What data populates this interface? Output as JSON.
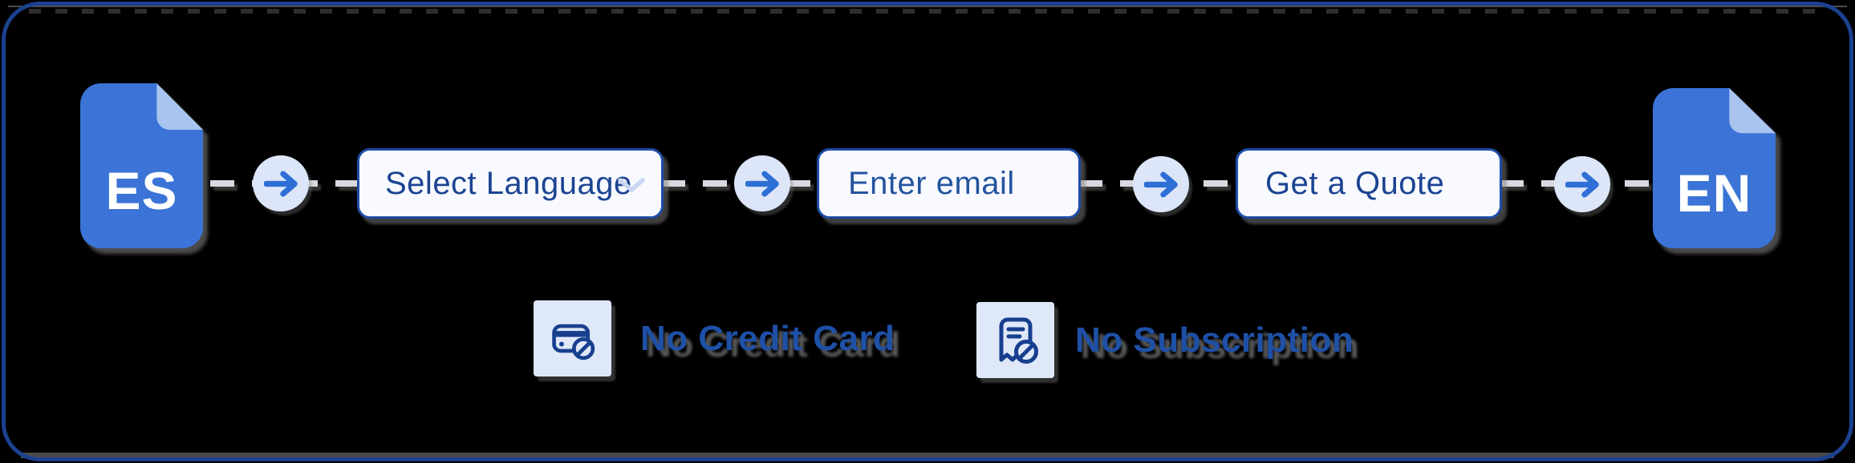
{
  "flow": {
    "source_label": "ES",
    "target_label": "EN",
    "select_label": "Select Language",
    "email_placeholder": "Enter email",
    "quote_label": "Get a Quote"
  },
  "badges": [
    {
      "icon": "no-credit-card-icon",
      "label": "No Credit Card"
    },
    {
      "icon": "no-subscription-icon",
      "label": "No Subscription"
    }
  ],
  "icons": {
    "connector_arrow": "arrow-right-icon",
    "select_chevron": "chevron-down-icon",
    "source_file": "file-es-icon",
    "target_file": "file-en-icon"
  },
  "colors": {
    "background": "#000000",
    "card_border": "#1b418f",
    "doc_blue": "#3b74d6",
    "doc_fold": "#a9c4ef",
    "arrow_blue": "#2e6fd6",
    "circle_bg": "#dce6f8",
    "box_bg": "#f8faff",
    "box_border": "#1e4da6",
    "label_text": "#1c4492",
    "badge_bg": "#dfe8f8",
    "badge_text": "#1e50a6",
    "dash_gray": "#d7dae0"
  }
}
